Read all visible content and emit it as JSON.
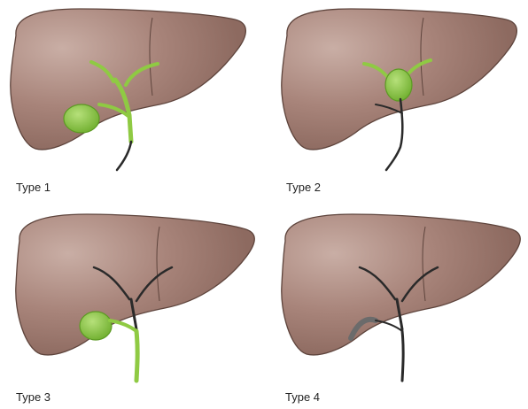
{
  "colors": {
    "liver_fill": "#a8847a",
    "liver_outline": "#5e443c",
    "liver_highlight": "#c8aca3",
    "bile_green": "#8fca43",
    "bile_green_dark": "#5c9a23",
    "duct_dark": "#2a2a2a",
    "gallbladder_gray": "#6b6b6b",
    "caption_text": "#222222"
  },
  "panels": [
    {
      "caption": "Type 1"
    },
    {
      "caption": "Type 2"
    },
    {
      "caption": "Type 3"
    },
    {
      "caption": "Type 4"
    }
  ]
}
